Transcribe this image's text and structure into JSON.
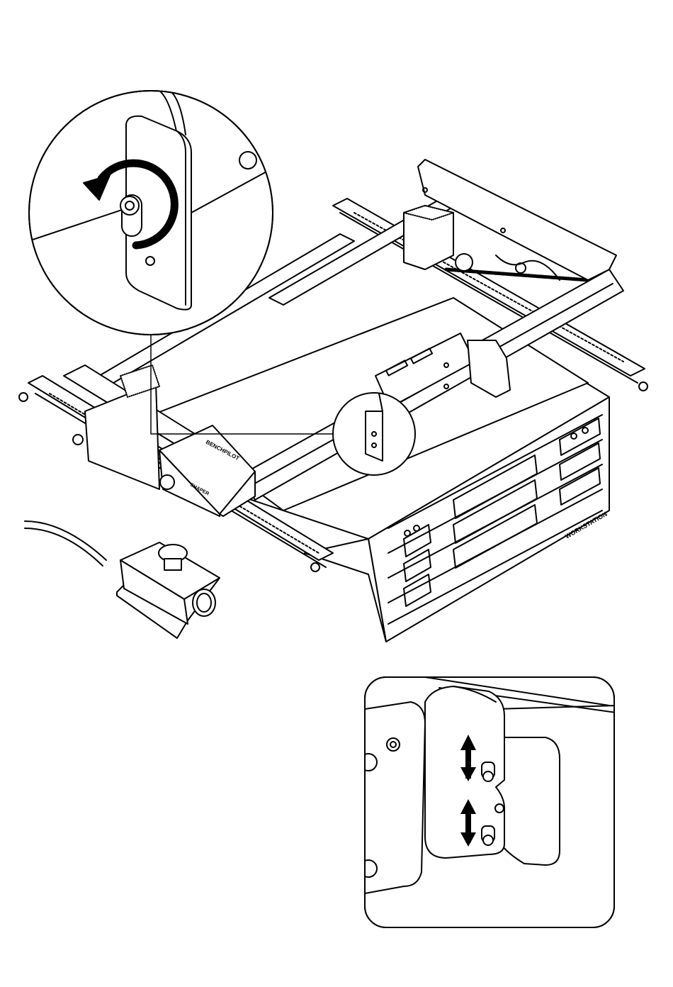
{
  "illustration": {
    "device_labels": {
      "benchpilot": "BENCHPILOT",
      "shaper": "SHAPER",
      "workstation": "WORKSTATION"
    },
    "callout_circle": {
      "shows": "rotate counterclockwise to loosen screw",
      "icon": "rotate-ccw-arrow-icon"
    },
    "detail_panel": {
      "shows": "slide bracket up/down onto pins",
      "icon": "up-down-arrow-icon"
    },
    "colors": {
      "ink": "#000000",
      "paper": "#ffffff"
    }
  }
}
